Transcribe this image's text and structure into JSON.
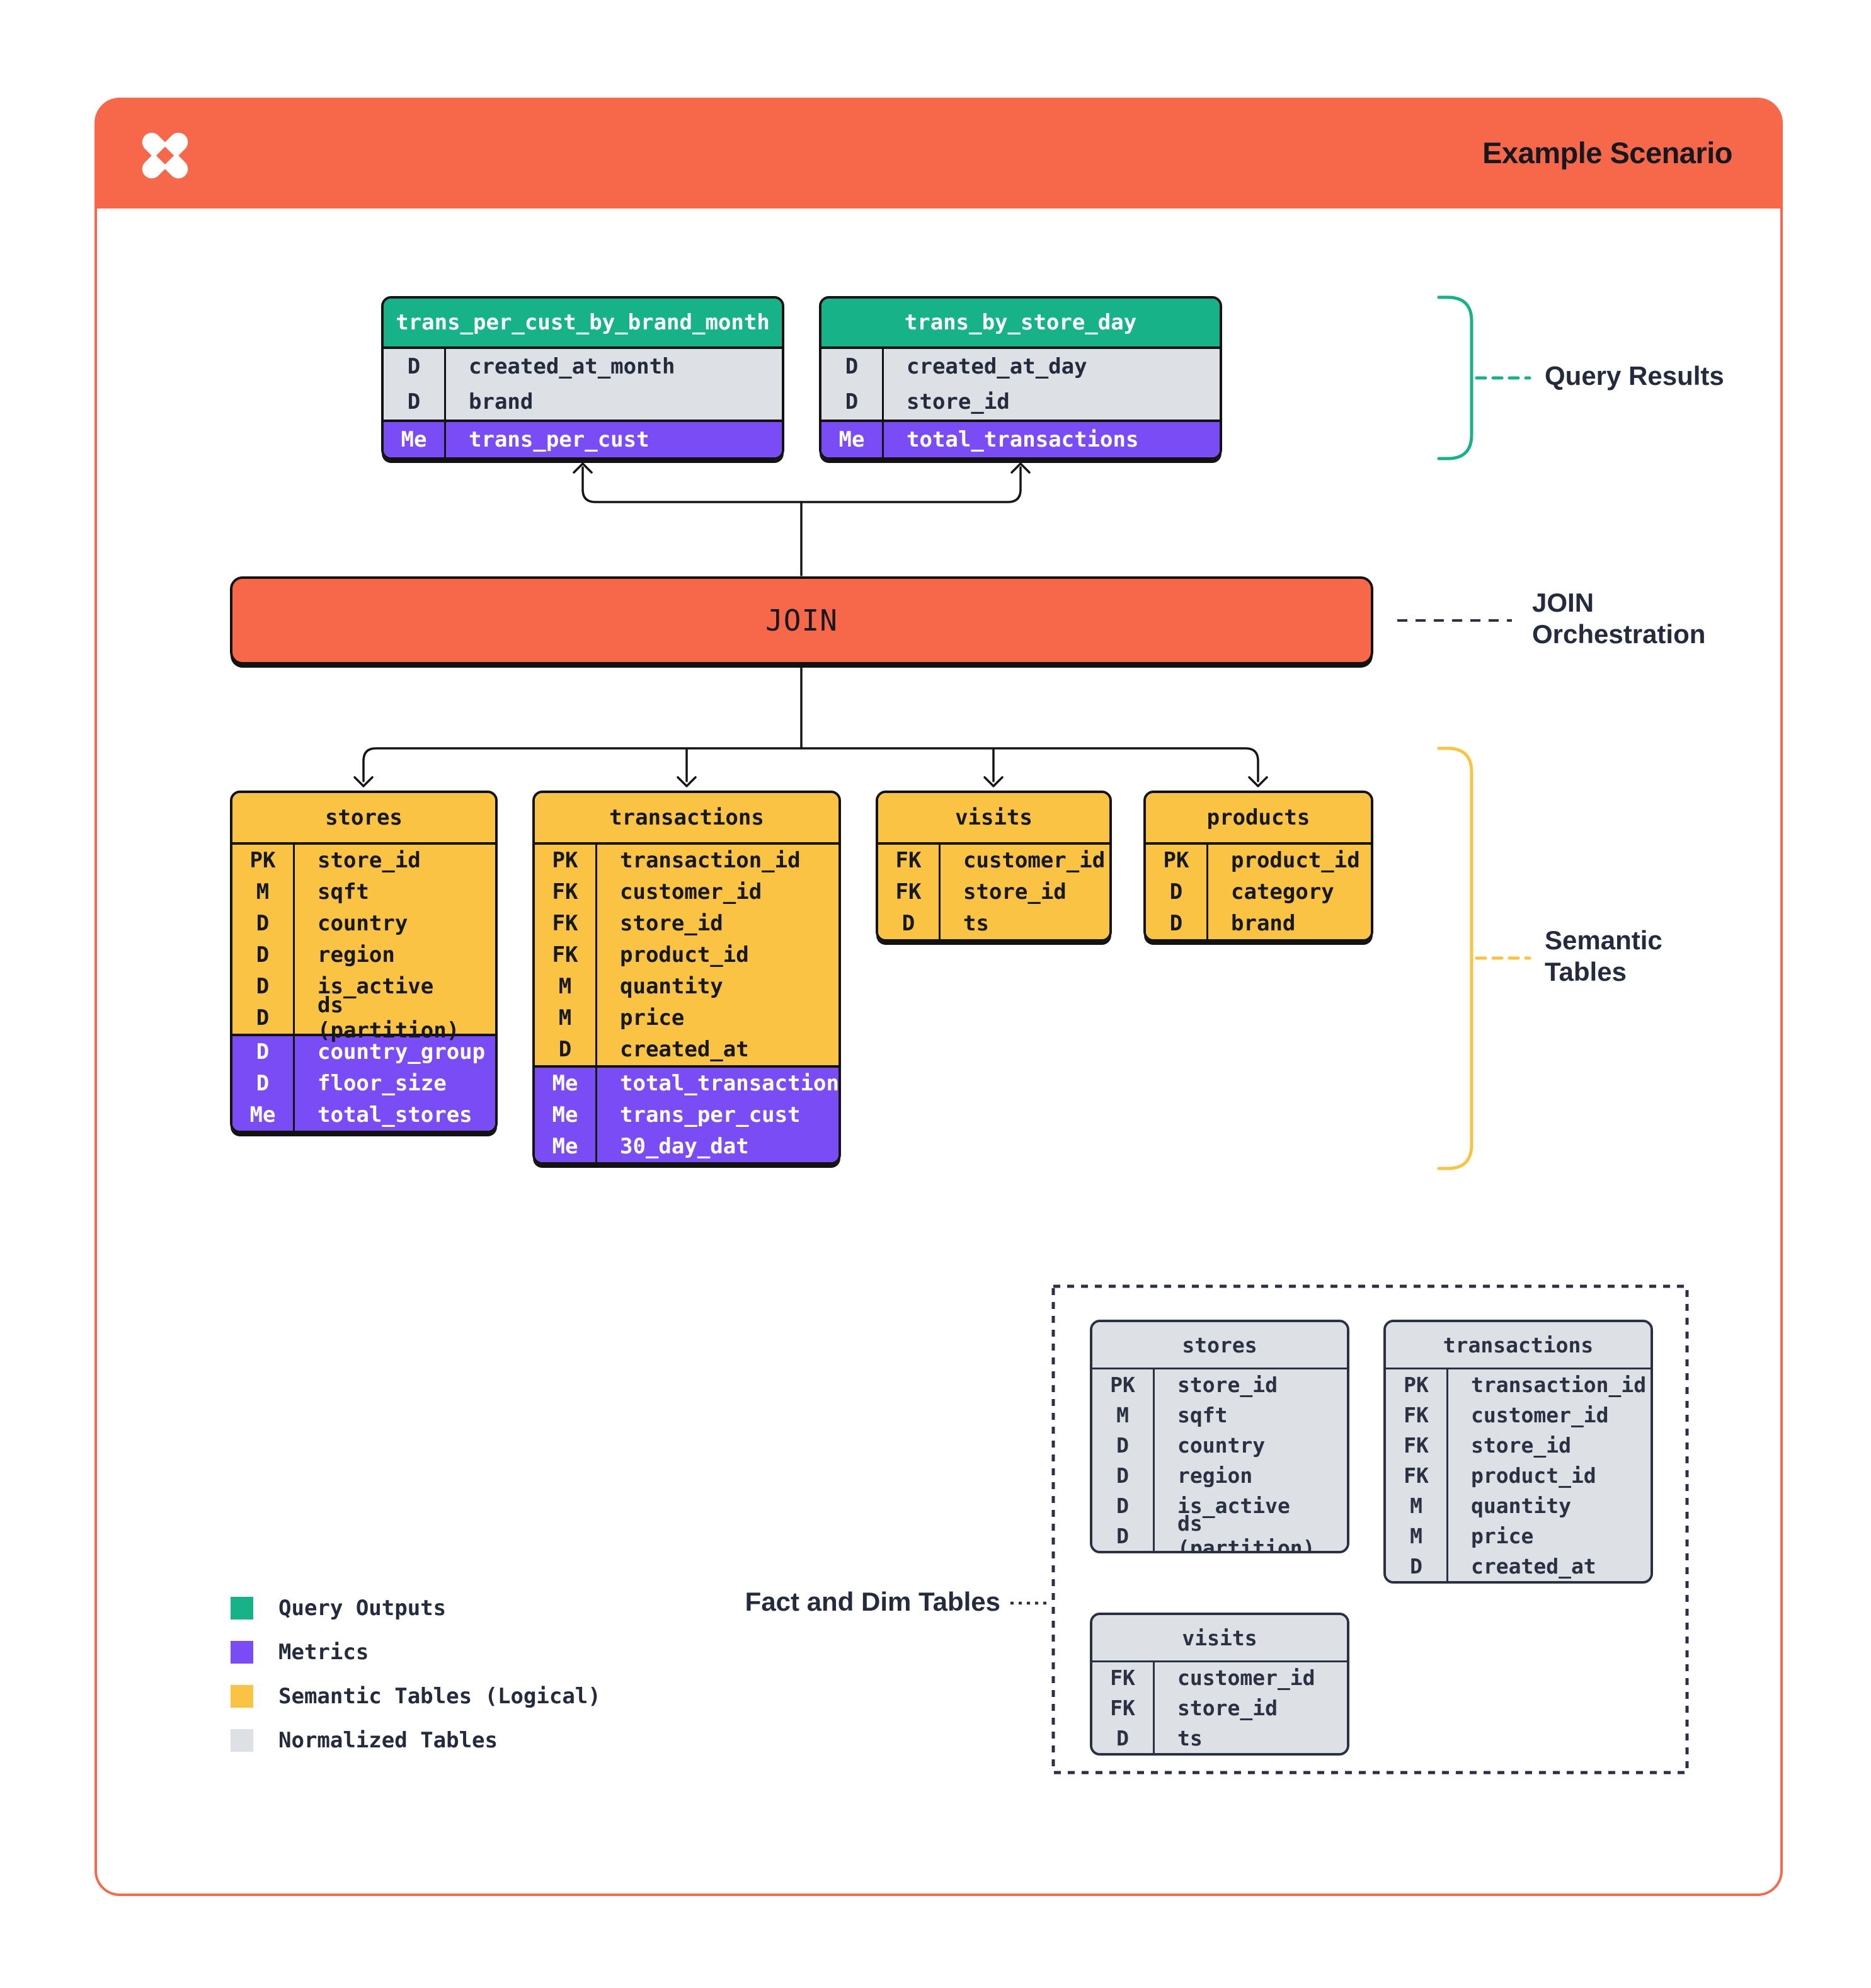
{
  "header": {
    "title": "Example Scenario",
    "logo": "pinwheel-x-logo"
  },
  "join": {
    "label": "JOIN"
  },
  "annotations": {
    "query_results": "Query Results",
    "join_orchestration": [
      "JOIN",
      "Orchestration"
    ],
    "semantic_tables": [
      "Semantic",
      "Tables"
    ],
    "fact_dim_tables": "Fact and Dim Tables"
  },
  "colors": {
    "accent_orange": "#F7684A",
    "query_output_green": "#17B287",
    "metric_purple": "#7A4CF5",
    "semantic_yellow": "#FBC343",
    "normalized_gray": "#DDE1E6",
    "ink_black": "#121212",
    "ink_navy": "#2A3142"
  },
  "query_tables": [
    {
      "name": "trans_per_cust_by_brand_month",
      "fields": [
        {
          "key": "D",
          "name": "created_at_month"
        },
        {
          "key": "D",
          "name": "brand"
        }
      ],
      "metrics": [
        {
          "key": "Me",
          "name": "trans_per_cust"
        }
      ]
    },
    {
      "name": "trans_by_store_day",
      "fields": [
        {
          "key": "D",
          "name": "created_at_day"
        },
        {
          "key": "D",
          "name": "store_id"
        }
      ],
      "metrics": [
        {
          "key": "Me",
          "name": "total_transactions"
        }
      ]
    }
  ],
  "semantic_tables": [
    {
      "name": "stores",
      "fields": [
        {
          "key": "PK",
          "name": "store_id"
        },
        {
          "key": "M",
          "name": "sqft"
        },
        {
          "key": "D",
          "name": "country"
        },
        {
          "key": "D",
          "name": "region"
        },
        {
          "key": "D",
          "name": "is_active"
        },
        {
          "key": "D",
          "name": "ds (partition)"
        }
      ],
      "metrics": [
        {
          "key": "D",
          "name": "country_group"
        },
        {
          "key": "D",
          "name": "floor_size"
        },
        {
          "key": "Me",
          "name": "total_stores"
        }
      ]
    },
    {
      "name": "transactions",
      "fields": [
        {
          "key": "PK",
          "name": "transaction_id"
        },
        {
          "key": "FK",
          "name": "customer_id"
        },
        {
          "key": "FK",
          "name": "store_id"
        },
        {
          "key": "FK",
          "name": "product_id"
        },
        {
          "key": "M",
          "name": "quantity"
        },
        {
          "key": "M",
          "name": "price"
        },
        {
          "key": "D",
          "name": "created_at"
        }
      ],
      "metrics": [
        {
          "key": "Me",
          "name": "total_transactions"
        },
        {
          "key": "Me",
          "name": "trans_per_cust"
        },
        {
          "key": "Me",
          "name": "30_day_dat"
        }
      ]
    },
    {
      "name": "visits",
      "fields": [
        {
          "key": "FK",
          "name": "customer_id"
        },
        {
          "key": "FK",
          "name": "store_id"
        },
        {
          "key": "D",
          "name": "ts"
        }
      ],
      "metrics": []
    },
    {
      "name": "products",
      "fields": [
        {
          "key": "PK",
          "name": "product_id"
        },
        {
          "key": "D",
          "name": "category"
        },
        {
          "key": "D",
          "name": "brand"
        }
      ],
      "metrics": []
    }
  ],
  "normalized_tables": [
    {
      "name": "stores",
      "fields": [
        {
          "key": "PK",
          "name": "store_id"
        },
        {
          "key": "M",
          "name": "sqft"
        },
        {
          "key": "D",
          "name": "country"
        },
        {
          "key": "D",
          "name": "region"
        },
        {
          "key": "D",
          "name": "is_active"
        },
        {
          "key": "D",
          "name": "ds (partition)"
        }
      ],
      "metrics": []
    },
    {
      "name": "transactions",
      "fields": [
        {
          "key": "PK",
          "name": "transaction_id"
        },
        {
          "key": "FK",
          "name": "customer_id"
        },
        {
          "key": "FK",
          "name": "store_id"
        },
        {
          "key": "FK",
          "name": "product_id"
        },
        {
          "key": "M",
          "name": "quantity"
        },
        {
          "key": "M",
          "name": "price"
        },
        {
          "key": "D",
          "name": "created_at"
        }
      ],
      "metrics": []
    },
    {
      "name": "visits",
      "fields": [
        {
          "key": "FK",
          "name": "customer_id"
        },
        {
          "key": "FK",
          "name": "store_id"
        },
        {
          "key": "D",
          "name": "ts"
        }
      ],
      "metrics": []
    }
  ],
  "legend": [
    {
      "color": "#17B287",
      "label": "Query Outputs"
    },
    {
      "color": "#7A4CF5",
      "label": "Metrics"
    },
    {
      "color": "#FBC343",
      "label": "Semantic Tables (Logical)"
    },
    {
      "color": "#DDE1E6",
      "label": "Normalized Tables"
    }
  ]
}
